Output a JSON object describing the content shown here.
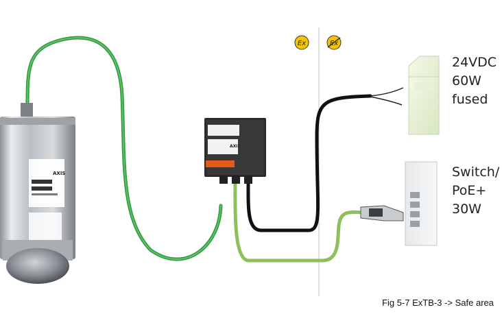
{
  "zones": {
    "hazardous_symbol": "Ex",
    "safe_symbol": "Ex"
  },
  "power_supply": {
    "lines": [
      "24VDC",
      "60W",
      "fused"
    ]
  },
  "switch": {
    "lines": [
      "Switch/",
      "PoE+",
      "30W"
    ]
  },
  "camera": {
    "brand": "AXIS"
  },
  "junction_box": {
    "brand": "AXIS"
  },
  "caption": "Fig 5-7 ExTB-3 -> Safe area",
  "colors": {
    "ethernet_cable": "#3fae49",
    "ethernet_light": "#9ccc65",
    "power_cable": "#111111",
    "ex_symbol": "#f5c400",
    "box": "#2b2b2b"
  }
}
